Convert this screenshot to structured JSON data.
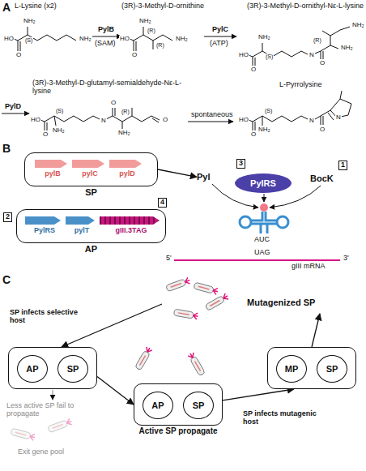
{
  "diagram": {
    "nodes": [
      {
        "text": [
          "SP"
        ]
      },
      {
        "text": [
          "pylB"
        ],
        "in": 0
      },
      {
        "text": [
          "pylC"
        ],
        "in": 0
      },
      {
        "text": [
          "pylD"
        ],
        "in": 0
      },
      {
        "text": [
          "Pyl"
        ]
      },
      {
        "text": [
          "PylRS"
        ]
      },
      {
        "text": [
          "BocK"
        ]
      },
      {
        "text": [
          "AP"
        ]
      },
      {
        "text": [
          "PylRS"
        ],
        "in": 7
      },
      {
        "text": [
          "pylT"
        ],
        "in": 7
      },
      {
        "text": [
          "gIII.3TAG"
        ],
        "in": 7
      },
      {
        "text": [
          "Mutagenized SP"
        ]
      },
      {
        "text": []
      },
      {
        "text": [
          "AP"
        ],
        "in": 12
      },
      {
        "text": [
          "SP"
        ],
        "in": 12
      },
      {
        "text": []
      },
      {
        "text": [
          "MP"
        ],
        "in": 15
      },
      {
        "text": [
          "SP"
        ],
        "in": 15
      },
      {
        "text": [
          "Active SP propagate"
        ]
      },
      {
        "text": [
          "AP"
        ],
        "in": 18
      },
      {
        "text": [
          "SP"
        ],
        "in": 18
      }
    ],
    "edges": [
      {
        "from": 0,
        "to": 4,
        "arrow": "to"
      },
      {
        "from": 11,
        "to": 12,
        "label": "SP infects selective host",
        "arrow": "to"
      },
      {
        "from": 12,
        "to": 18,
        "arrow": "to"
      },
      {
        "from": 18,
        "to": 15,
        "label": "SP infects mutagenic host",
        "arrow": "to"
      },
      {
        "from": 15,
        "to": 11,
        "arrow": "to"
      }
    ],
    "labels": [
      "A",
      "L-Lysine (x2)",
      "PylB",
      "(SAM)",
      "(3R)-3-Methyl-D-ornithine",
      "PylC",
      "(ATP)",
      "(3R)-3-Methyl-D-ornithyl-Nε-L-lysine",
      "PylD",
      "(3R)-3-Methyl-D-glutamyl-semialdehyde-Nε-L-lysine",
      "spontaneous",
      "L-Pyrrolysine",
      "HO",
      "O",
      "(S)",
      "NH₂",
      "NH₂",
      "HO",
      "O",
      "(R)",
      "NH₂",
      "(R)",
      "NH₂",
      "HO",
      "O",
      "(S)",
      "NH₂",
      "N",
      "O",
      "(R)",
      "NH₂",
      "NH₂",
      "HO",
      "O",
      "(S)",
      "NH₂",
      "N",
      "O",
      "(R)",
      "NH₂",
      "O",
      "HO",
      "O",
      "(S)",
      "NH₂",
      "N",
      "O",
      "N",
      "B",
      "3",
      "1",
      "2",
      "4",
      "AUC",
      "UAG",
      "5'",
      "3'",
      "gIII mRNA",
      "C",
      "Less active SP fail to propagate",
      "Exit gene pool"
    ]
  }
}
